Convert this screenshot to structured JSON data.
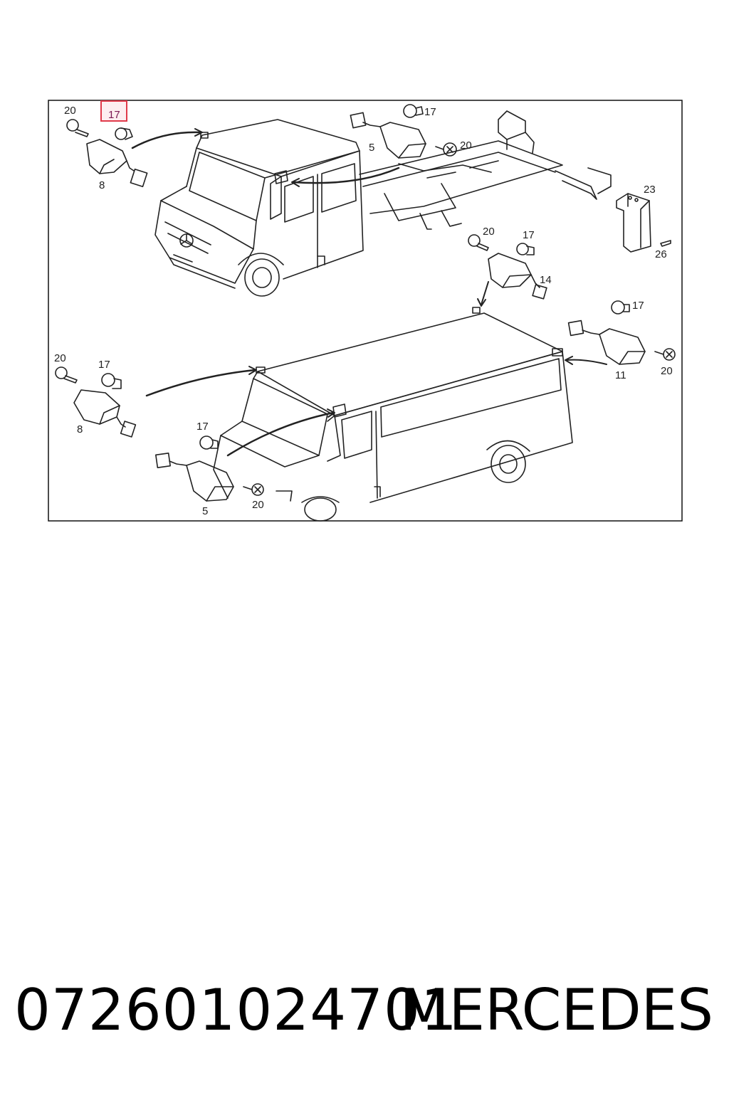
{
  "diagram": {
    "callouts": {
      "c_20_a": "20",
      "c_17_hl": "17",
      "c_8_a": "8",
      "c_17_b": "17",
      "c_5_a": "5",
      "c_20_b": "20",
      "c_23": "23",
      "c_26": "26",
      "c_20_c": "20",
      "c_17_c": "17",
      "c_14": "14",
      "c_17_d": "17",
      "c_11": "11",
      "c_20_d": "20",
      "c_20_e": "20",
      "c_17_e": "17",
      "c_8_b": "8",
      "c_17_f": "17",
      "c_5_b": "5",
      "c_20_f": "20"
    },
    "highlight_color": "#e03a4a"
  },
  "footer": {
    "part_number": "072601024701",
    "brand": "MERCEDES"
  }
}
